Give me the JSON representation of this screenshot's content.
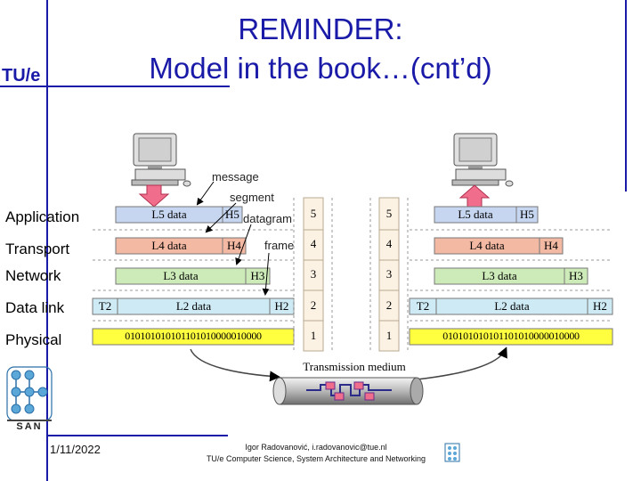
{
  "slide": {
    "title_line1": "REMINDER:",
    "title_line2": "Model in the book…(cnt’d)",
    "logo_text": "TU/e",
    "san_logo_text": "SAN",
    "date": "1/11/2022",
    "footer_line1": "Igor Radovanović, i.radovanovic@tue.nl",
    "footer_line2": "TU/e Computer Science, System Architecture and Networking",
    "accent_color": "#1a1aa8"
  },
  "layers": [
    "Application",
    "Transport",
    "Network",
    "Data link",
    "Physical"
  ],
  "annotations": {
    "message": "message",
    "segment": "segment",
    "datagram": "datagram",
    "frame": "frame"
  },
  "left_stack": {
    "app": {
      "data": "L5 data",
      "header": "H5"
    },
    "transport": {
      "data": "L4 data",
      "header": "H4"
    },
    "network": {
      "data": "L3 data",
      "header": "H3"
    },
    "link": {
      "trailer": "T2",
      "data": "L2 data",
      "header": "H2"
    },
    "physical": {
      "bits": "010101010101101010000010000"
    }
  },
  "right_stack": {
    "app": {
      "data": "L5 data",
      "header": "H5"
    },
    "transport": {
      "data": "L4 data",
      "header": "H4"
    },
    "network": {
      "data": "L3 data",
      "header": "H3"
    },
    "link": {
      "trailer": "T2",
      "data": "L2 data",
      "header": "H2"
    },
    "physical": {
      "bits": "010101010101101010000010000"
    }
  },
  "layer_numbers": [
    "5",
    "4",
    "3",
    "2",
    "1"
  ],
  "medium": {
    "label": "Transmission medium"
  }
}
